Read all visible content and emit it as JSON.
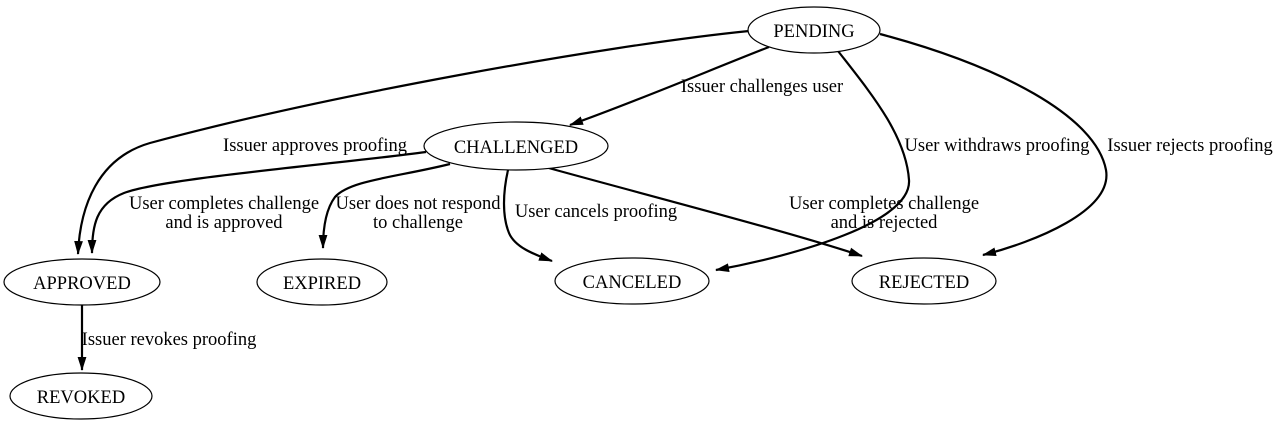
{
  "diagram": {
    "type": "state-machine-graph",
    "background_color": "#ffffff",
    "stroke_color": "#000000",
    "text_color": "#000000",
    "nodes": {
      "pending": {
        "label": "PENDING"
      },
      "challenged": {
        "label": "CHALLENGED"
      },
      "approved": {
        "label": "APPROVED"
      },
      "expired": {
        "label": "EXPIRED"
      },
      "canceled": {
        "label": "CANCELED"
      },
      "rejected": {
        "label": "REJECTED"
      },
      "revoked": {
        "label": "REVOKED"
      }
    },
    "edges": {
      "pending_challenged": {
        "from": "PENDING",
        "to": "CHALLENGED",
        "lines": [
          "Issuer challenges user"
        ]
      },
      "pending_approved": {
        "from": "PENDING",
        "to": "APPROVED",
        "lines": [
          "Issuer approves proofing"
        ]
      },
      "pending_canceled": {
        "from": "PENDING",
        "to": "CANCELED",
        "lines": [
          "User withdraws proofing"
        ]
      },
      "pending_rejected": {
        "from": "PENDING",
        "to": "REJECTED",
        "lines": [
          "Issuer rejects proofing"
        ]
      },
      "challenged_approved": {
        "from": "CHALLENGED",
        "to": "APPROVED",
        "lines": [
          "User completes challenge",
          "and is approved"
        ]
      },
      "challenged_expired": {
        "from": "CHALLENGED",
        "to": "EXPIRED",
        "lines": [
          "User does not respond",
          "to challenge"
        ]
      },
      "challenged_canceled": {
        "from": "CHALLENGED",
        "to": "CANCELED",
        "lines": [
          "User cancels proofing"
        ]
      },
      "challenged_rejected": {
        "from": "CHALLENGED",
        "to": "REJECTED",
        "lines": [
          "User completes challenge",
          "and is rejected"
        ]
      },
      "approved_revoked": {
        "from": "APPROVED",
        "to": "REVOKED",
        "lines": [
          "Issuer revokes proofing"
        ]
      }
    }
  }
}
